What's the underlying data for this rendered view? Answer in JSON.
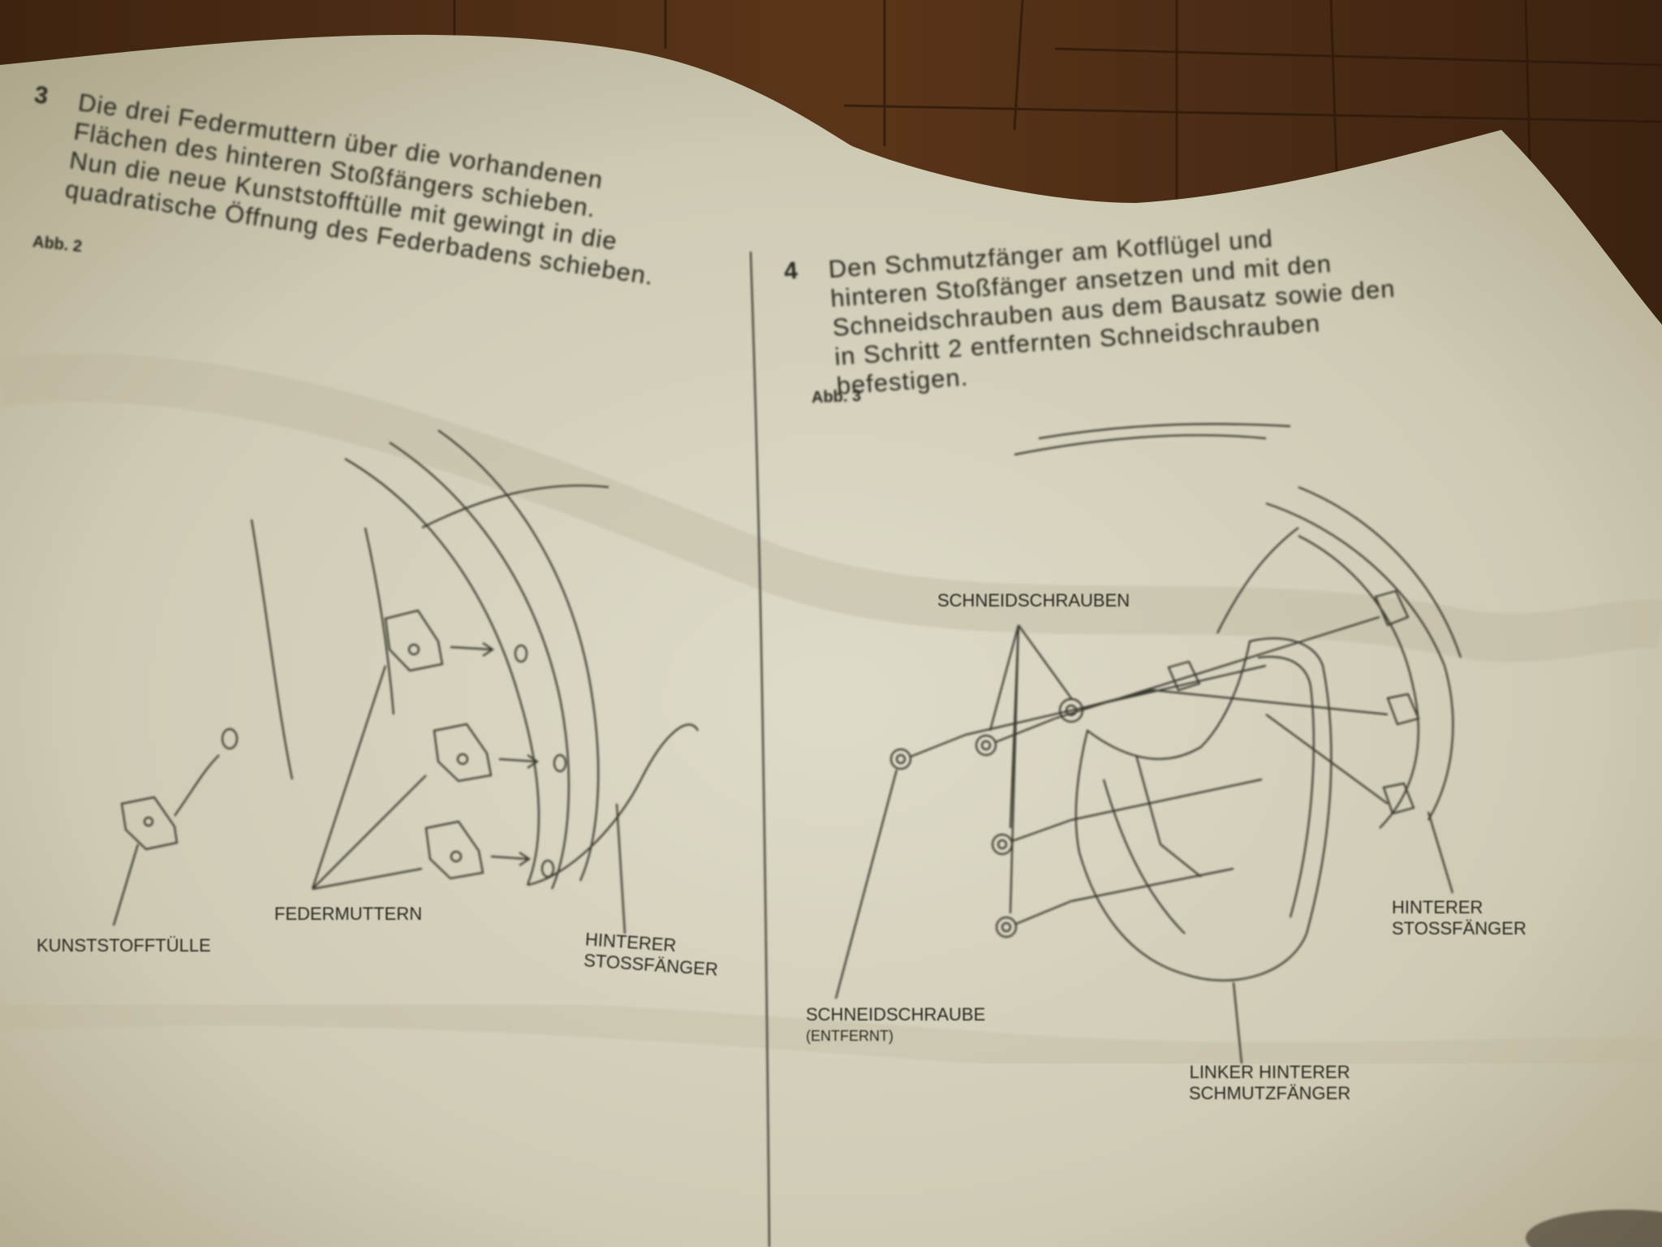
{
  "left_column": {
    "step_number": "3",
    "step_lines": [
      "Die drei Federmuttern über die vorhandenen",
      "Flächen des hinteren Stoßfängers schieben.",
      "Nun die neue Kunststofftülle mit gewingt in die",
      "quadratische Öffnung des Federbadens schieben."
    ],
    "figure_label": "Abb. 2",
    "labels": {
      "grommet": "KUNSTSTOFFTÜLLE",
      "spring_nuts": "FEDERMUTTERN",
      "rear_bumper_line1": "HINTERER",
      "rear_bumper_line2": "STOSSFÄNGER"
    }
  },
  "right_column": {
    "step_number": "4",
    "step_lines": [
      "Den Schmutzfänger am Kotflügel und",
      "hinteren Stoßfänger ansetzen und mit den",
      "Schneidschrauben aus dem Bausatz sowie den",
      "in Schritt 2 entfernten Schneidschrauben",
      "befestigen."
    ],
    "figure_label": "Abb. 3",
    "labels": {
      "screws_top": "SCHNEIDSCHRAUBEN",
      "screw_single_line1": "SCHNEIDSCHRAUBE",
      "screw_single_line2": "(entfernt)",
      "mudflap_line1": "LINKER HINTERER",
      "mudflap_line2": "SCHMUTZFÄNGER",
      "rear_bumper_line1": "HINTERER",
      "rear_bumper_line2": "STOSSFÄNGER"
    }
  },
  "colors": {
    "paper": "#d9d5c2",
    "wood": "#4a2c15",
    "ink": "#2b2b23"
  }
}
